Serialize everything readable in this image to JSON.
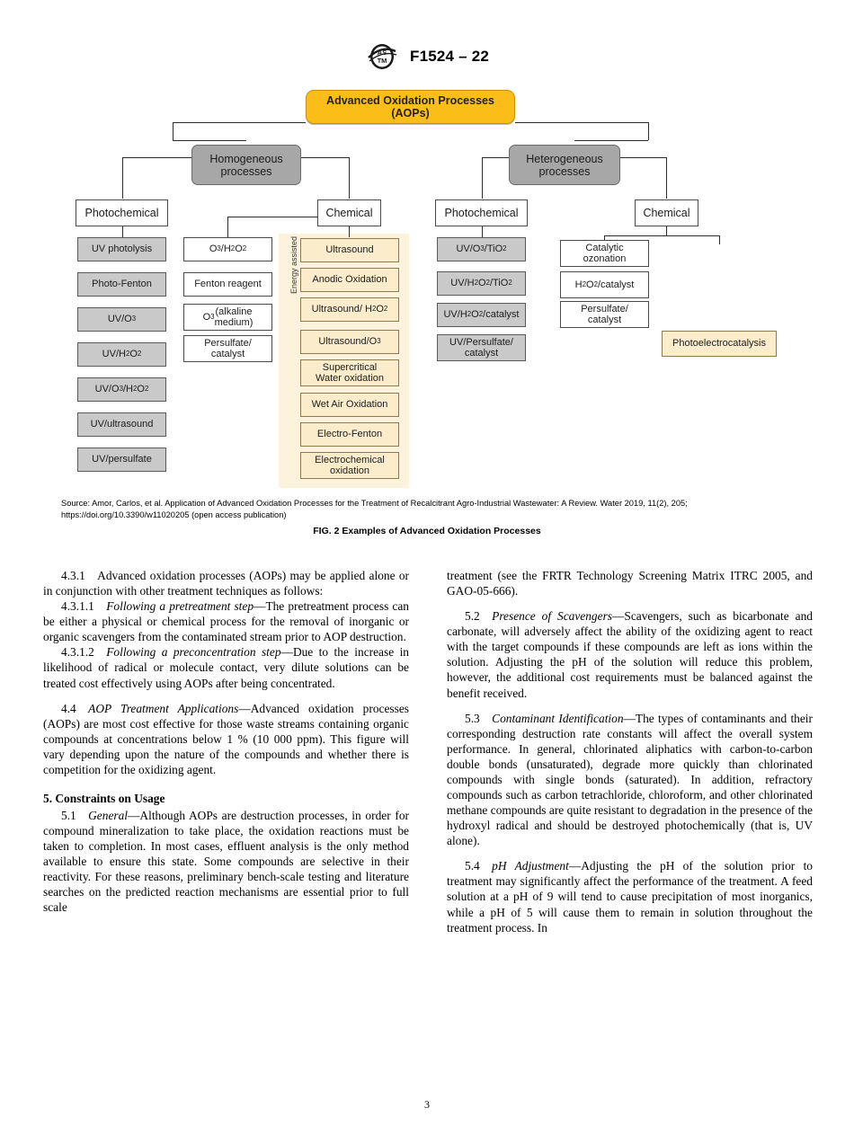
{
  "header": {
    "logo_alt": "ASTM",
    "designation": "F1524 – 22"
  },
  "figure": {
    "root": "Advanced Oxidation Processes (AOPs)",
    "root_line1": "Advanced Oxidation Processes",
    "root_line2": "(AOPs)",
    "homogeneous_line1": "Homogeneous",
    "homogeneous_line2": "processes",
    "heterogeneous_line1": "Heterogeneous",
    "heterogeneous_line2": "processes",
    "homo_photochemical": "Photochemical",
    "homo_chemical": "Chemical",
    "hetero_photochemical": "Photochemical",
    "hetero_chemical": "Chemical",
    "energy_assisted_label": "Energy assisted",
    "homo_photochemical_items": [
      "UV photolysis",
      "Photo-Fenton",
      "UV/O<sub>3</sub>",
      "UV/H<sub>2</sub>O<sub>2</sub>",
      "UV/O<sub>3</sub>/H<sub>2</sub>O<sub>2</sub>",
      "UV/ultrasound",
      "UV/persulfate"
    ],
    "homo_chemical_items": [
      "O<sub>3</sub>/H<sub>2</sub>O<sub>2</sub>",
      "Fenton reagent",
      "O<sub>3</sub> (alkaline<br>medium)",
      "Persulfate/<br>catalyst"
    ],
    "energy_assisted_items": [
      "Ultrasound",
      "Anodic Oxidation",
      "Ultrasound/ H<sub>2</sub>O<sub>2</sub>",
      "Ultrasound/O<sub>3</sub>",
      "Supercritical<br>Water oxidation",
      "Wet Air Oxidation",
      "Electro-Fenton",
      "Electrochemical<br>oxidation"
    ],
    "hetero_photochemical_items": [
      "UV/O<sub>3</sub>/TiO<sub>2</sub>",
      "UV/H<sub>2</sub>O<sub>2</sub>/TiO<sub>2</sub>",
      "UV/H<sub>2</sub>O<sub>2</sub>/catalyst",
      "UV/Persulfate/<br>catalyst"
    ],
    "hetero_chemical_items": [
      "Catalytic<br>ozonation",
      "H<sub>2</sub>O<sub>2</sub>/catalyst",
      "Persulfate/<br>catalyst"
    ],
    "hetero_chemical_highlight": "Photoelectrocatalysis",
    "source_note": "Source: Amor, Carlos, et al. Application of Advanced Oxidation Processes for the Treatment of Recalcitrant Agro-Industrial Wastewater: A Review. Water 2019, 11(2), 205; https://doi.org/10.3390/w11020205 (open access publication)",
    "caption": "FIG. 2 Examples of Advanced Oxidation Processes",
    "colors": {
      "root_fill": "#FBBE18",
      "level1_fill": "#A7A7A7",
      "gray_item_fill": "#C9C9C9",
      "cream_panel_fill": "#FDF3DC",
      "cream_item_fill": "#FBEDCB",
      "line": "#2B2B2B"
    }
  },
  "body": {
    "left_column": [
      {
        "number": "4.3.1",
        "run_in": "",
        "text": "Advanced oxidation processes (AOPs) may be applied alone or in conjunction with other treatment techniques as follows:"
      },
      {
        "number": "4.3.1.1",
        "run_in": "Following a pretreatment step",
        "text": "—The pretreatment process can be either a physical or chemical process for the removal of inorganic or organic scavengers from the contaminated stream prior to AOP destruction."
      },
      {
        "number": "4.3.1.2",
        "run_in": "Following a preconcentration step",
        "text": "—Due to the increase in likelihood of radical or molecule contact, very dilute solutions can be treated cost effectively using AOPs after being concentrated."
      },
      {
        "number": "4.4",
        "run_in": "AOP Treatment Applications",
        "text": "—Advanced oxidation processes (AOPs) are most cost effective for those waste streams containing organic compounds at concentrations below 1 % (10 000 ppm). This figure will vary depending upon the nature of the compounds and whether there is competition for the oxidizing agent."
      }
    ],
    "section_heading": "5.  Constraints on Usage",
    "left_column_after_heading": [
      {
        "number": "5.1",
        "run_in": "General",
        "text": "—Although AOPs are destruction processes, in order for compound mineralization to take place, the oxidation reactions must be taken to completion. In most cases, effluent analysis is the only method available to ensure this state. Some compounds are selective in their reactivity. For these reasons, preliminary bench-scale testing and literature searches on the predicted reaction mechanisms are essential prior to full scale"
      }
    ],
    "right_column": [
      {
        "number": "",
        "run_in": "",
        "text": "treatment (see the FRTR Technology Screening Matrix ITRC 2005, and GAO-05-666)."
      },
      {
        "number": "5.2",
        "run_in": "Presence of Scavengers",
        "text": "—Scavengers, such as bicarbonate and carbonate, will adversely affect the ability of the oxidizing agent to react with the target compounds if these compounds are left as ions within the solution. Adjusting the pH of the solution will reduce this problem, however, the additional cost requirements must be balanced against the benefit received."
      },
      {
        "number": "5.3",
        "run_in": "Contaminant Identification",
        "text": "—The types of contaminants and their corresponding destruction rate constants will affect the overall system performance. In general, chlorinated aliphatics with carbon-to-carbon double bonds (unsaturated), degrade more quickly than chlorinated compounds with single bonds (saturated). In addition, refractory compounds such as carbon tetrachloride, chloroform, and other chlorinated methane compounds are quite resistant to degradation in the presence of the hydroxyl radical and should be destroyed photochemically (that is, UV alone)."
      },
      {
        "number": "5.4",
        "run_in": "pH Adjustment",
        "text": "—Adjusting the pH of the solution prior to treatment may significantly affect the performance of the treatment. A feed solution at a pH of 9 will tend to cause precipitation of most inorganics, while a pH of 5 will cause them to remain in solution throughout the treatment process. In"
      }
    ]
  },
  "footer": {
    "page_number": "3"
  }
}
